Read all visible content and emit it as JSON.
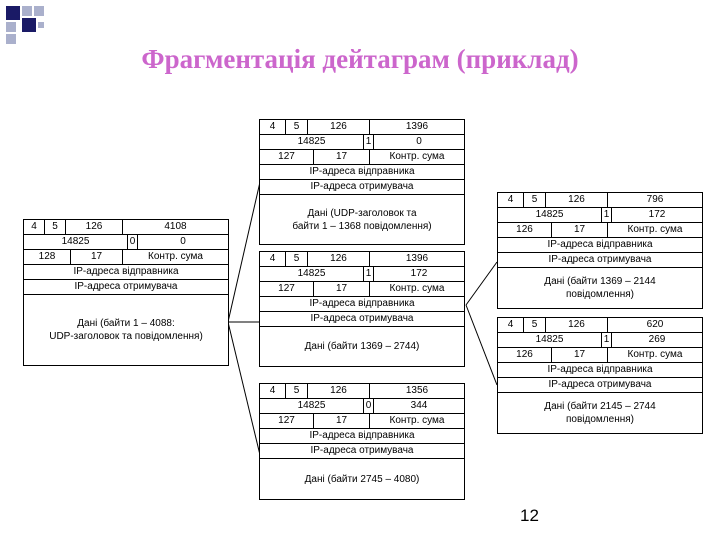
{
  "title": "Фрагментація дейтаграм (приклад)",
  "page_number": "12",
  "original": {
    "row1": [
      "4",
      "5",
      "126",
      "4108"
    ],
    "row2": [
      "14825",
      "0",
      "0"
    ],
    "row3": [
      "128",
      "17",
      "Контр. сума"
    ],
    "src": "IP-адреса відправника",
    "dst": "IP-адреса отримувача",
    "data": [
      "Дані (байти 1 – 4088:",
      "UDP-заголовок та повідомлення)"
    ]
  },
  "fragments": [
    {
      "row1": [
        "4",
        "5",
        "126",
        "1396"
      ],
      "row2": [
        "14825",
        "1",
        "0"
      ],
      "row3": [
        "127",
        "17",
        "Контр. сума"
      ],
      "src": "IP-адреса відправника",
      "dst": "IP-адреса отримувача",
      "data": [
        "Дані (UDP-заголовок та",
        "байти 1 – 1368 повідомлення)"
      ]
    },
    {
      "row1": [
        "4",
        "5",
        "126",
        "1396"
      ],
      "row2": [
        "14825",
        "1",
        "172"
      ],
      "row3": [
        "127",
        "17",
        "Контр. сума"
      ],
      "src": "IP-адреса відправника",
      "dst": "IP-адреса отримувача",
      "data": [
        "Дані (байти 1369 – 2744)"
      ]
    },
    {
      "row1": [
        "4",
        "5",
        "126",
        "1356"
      ],
      "row2": [
        "14825",
        "0",
        "344"
      ],
      "row3": [
        "127",
        "17",
        "Контр. сума"
      ],
      "src": "IP-адреса відправника",
      "dst": "IP-адреса отримувача",
      "data": [
        "Дані (байти 2745 – 4080)"
      ]
    }
  ],
  "subfragments": [
    {
      "row1": [
        "4",
        "5",
        "126",
        "796"
      ],
      "row2": [
        "14825",
        "1",
        "172"
      ],
      "row3": [
        "126",
        "17",
        "Контр. сума"
      ],
      "src": "IP-адреса відправника",
      "dst": "IP-адреса отримувача",
      "data": [
        "Дані (байти 1369 – 2144",
        "повідомлення)"
      ]
    },
    {
      "row1": [
        "4",
        "5",
        "126",
        "620"
      ],
      "row2": [
        "14825",
        "1",
        "269"
      ],
      "row3": [
        "126",
        "17",
        "Контр. сума"
      ],
      "src": "IP-адреса відправника",
      "dst": "IP-адреса отримувача",
      "data": [
        "Дані (байти 2145 – 2744",
        "повідомлення)"
      ]
    }
  ],
  "colors": {
    "title": "#cc66cc",
    "deco_dark": "#1a1a66",
    "deco_light": "#aab0cc"
  }
}
